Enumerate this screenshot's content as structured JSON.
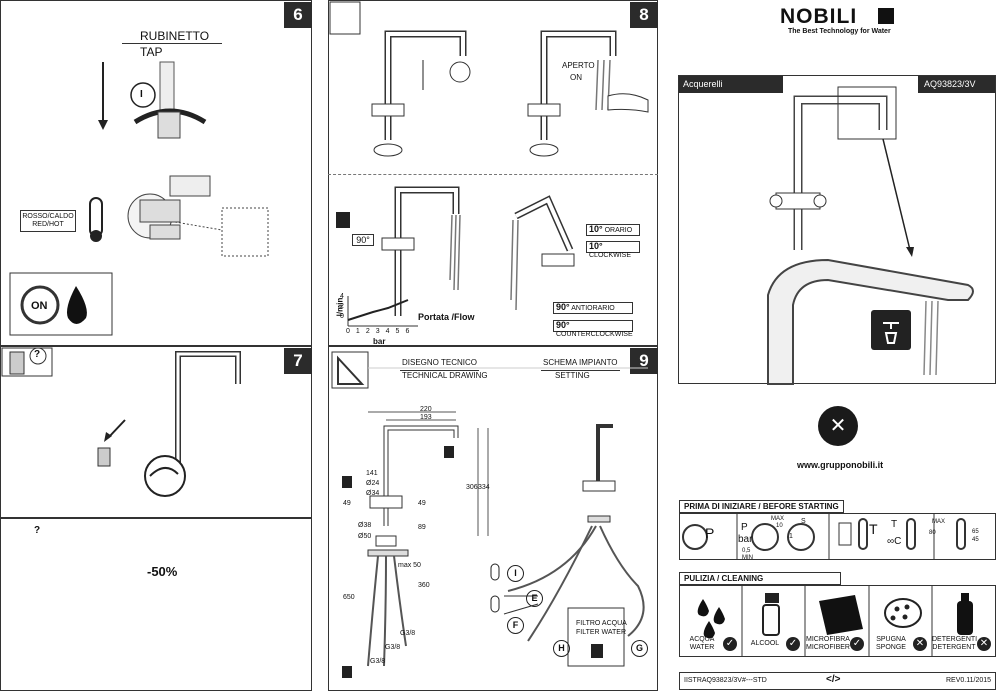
{
  "brand": {
    "name": "NOBILI",
    "tagline": "The Best Technology for Water",
    "website": "www.grupponobili.it"
  },
  "panel6": {
    "num": "6",
    "label_it": "RUBINETTO",
    "label_en": "TAP",
    "step": "I",
    "hot_it": "ROSSO/CALDO",
    "hot_en": "RED/HOT",
    "on": "ON"
  },
  "panel7": {
    "num": "7",
    "q": "?"
  },
  "panel7b": {
    "q": "?",
    "reduction": "-50%"
  },
  "panel8": {
    "num": "8",
    "open_it": "APERTO",
    "open_en": "ON",
    "angle1": "90°",
    "flow_label": "Portata /Flow",
    "y_unit": "l/min",
    "x_unit": "bar",
    "y_ticks": [
      "4",
      "2",
      "0"
    ],
    "x_ticks": [
      "0",
      "1",
      "2",
      "3",
      "4",
      "5",
      "6"
    ],
    "deg10_a": "10°",
    "orario": "ORARIO",
    "deg10_b": "10°",
    "clockwise": "CLOCKWISE",
    "deg90_a": "90°",
    "antiorario": "ANTIORARIO",
    "deg90_b": "90°",
    "counterclockwise": "COUNTERCLOCKWISE"
  },
  "panel9": {
    "num": "9",
    "draw_it": "DISEGNO TECNICO",
    "draw_en": "TECHNICAL DRAWING",
    "setting_it": "SCHEMA IMPIANTO",
    "setting_en": "SETTING",
    "dims": {
      "d220": "220",
      "d193": "193",
      "d141": "141",
      "d24": "Ø24",
      "d34": "Ø34",
      "d49a": "49",
      "d49b": "49",
      "d306": "306",
      "d334": "334",
      "d38": "Ø38",
      "d89": "89",
      "d50": "Ø50",
      "dmax50": "max 50",
      "d650": "650",
      "d360": "360",
      "g38a": "G3/8",
      "g38b": "G3/8",
      "g38c": "G3/8"
    },
    "filter_it": "FILTRO ACQUA",
    "filter_en": "FILTER WATER",
    "letters": [
      "I",
      "E",
      "F",
      "H",
      "G"
    ]
  },
  "product": {
    "name": "Acquerelli",
    "code": "AQ93823/3V"
  },
  "before": {
    "title": "PRIMA DI INIZIARE  / BEFORE STARTING",
    "p": "P",
    "p2": "P",
    "bar": "bar",
    "max": "MAX",
    "max_val": "10",
    "min_val": "0,5",
    "min": "MIN",
    "s": "S",
    "one": "1",
    "t": "T",
    "t2": "T",
    "c": "∞C",
    "max2": "MAX",
    "v80": "80",
    "v65": "65",
    "v45": "45"
  },
  "cleaning": {
    "title": "PULIZIA  /  CLEANING",
    "items": [
      {
        "it": "ACQUA",
        "en": "WATER",
        "ok": "✓"
      },
      {
        "it": "ALCOOL",
        "en": "",
        "ok": "✓"
      },
      {
        "it": "MICROFIBRA",
        "en": "MICROFIBER",
        "ok": "✓"
      },
      {
        "it": "SPUGNA",
        "en": "SPONGE",
        "ok": "✕"
      },
      {
        "it": "DETERGENTI",
        "en": "DETERGENT",
        "ok": "✕"
      }
    ]
  },
  "footer": {
    "code": "IISTRAQ93823/3V#---STD",
    "rev": "REV0.11/2015"
  }
}
